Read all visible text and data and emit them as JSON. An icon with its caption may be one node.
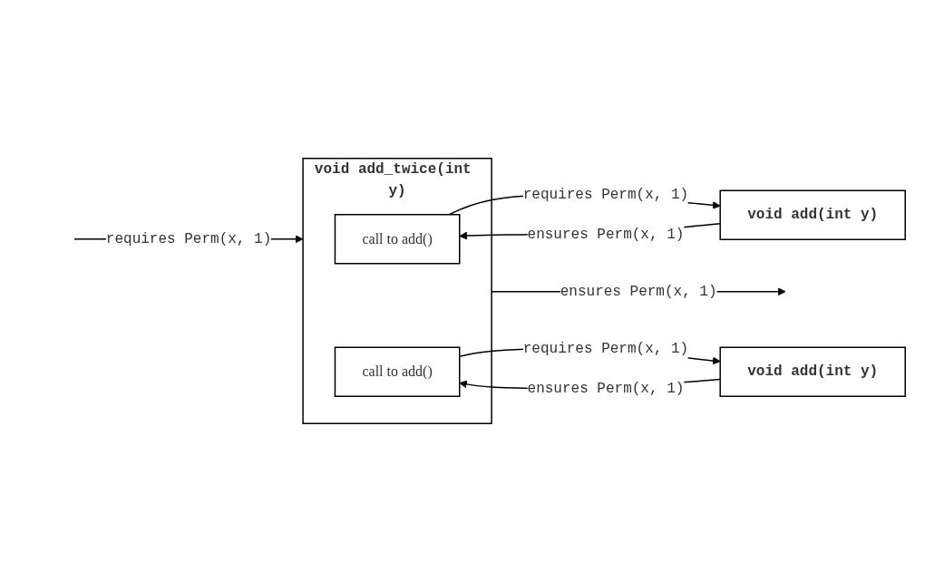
{
  "diagram": {
    "nodes": [
      {
        "text": [
          "void add_twice(int y)"
        ]
      },
      {
        "text": [
          "call to add()"
        ],
        "in": 0
      },
      {
        "text": [
          "call to add()"
        ],
        "in": 0
      },
      {
        "text": [
          "void add(int y)"
        ]
      },
      {
        "text": [
          "void add(int y)"
        ]
      }
    ],
    "edges": [
      {
        "from": null,
        "to": 0,
        "arrow": "to",
        "label": "requires Perm(x, 1)"
      },
      {
        "from": 1,
        "to": 3,
        "arrow": "to",
        "label": "requires Perm(x, 1)"
      },
      {
        "from": 3,
        "to": 1,
        "arrow": "to",
        "label": "ensures Perm(x, 1)"
      },
      {
        "from": 2,
        "to": 4,
        "arrow": "to",
        "label": "requires Perm(x, 1)"
      },
      {
        "from": 4,
        "to": 2,
        "arrow": "to",
        "label": "ensures Perm(x, 1)"
      },
      {
        "from": 0,
        "to": null,
        "arrow": "to",
        "label": "ensures Perm(x, 1)"
      }
    ]
  }
}
